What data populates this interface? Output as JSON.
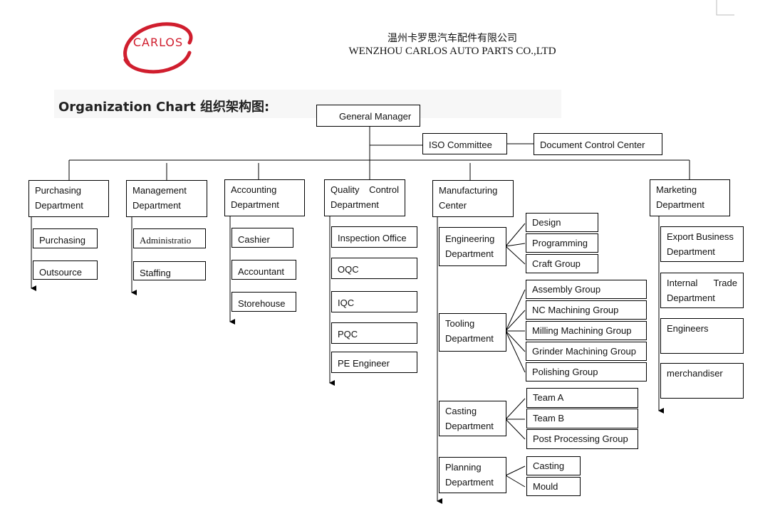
{
  "brand": {
    "logo_text": "CARLOS",
    "company_name_cn": "温州卡罗思汽车配件有限公司",
    "company_name_en": "WENZHOU CARLOS AUTO PARTS CO.,LTD",
    "logo_color": "#d01e2e"
  },
  "title": "Organization Chart 组织架构图:",
  "chart": {
    "top": {
      "general_manager": "General Manager",
      "iso_committee": "ISO Committee",
      "document_control_center": "Document Control Center"
    },
    "departments": [
      {
        "label": "Purchasing\nDepartment",
        "children": [
          "Purchasing",
          "Outsource"
        ]
      },
      {
        "label": "Management\nDepartment",
        "children": [
          "Administratio",
          "Staffing"
        ]
      },
      {
        "label": "Accounting\nDepartment",
        "children": [
          "Cashier",
          "Accountant",
          "Storehouse"
        ]
      },
      {
        "label": "Quality Control\nDepartment",
        "children": [
          "Inspection Office",
          "OQC",
          "IQC",
          "PQC",
          "PE Engineer"
        ]
      },
      {
        "label": "Manufacturing\nCenter",
        "subdepartments": [
          {
            "label": "Engineering\nDepartment",
            "groups": [
              "Design",
              "Programming",
              "Craft Group"
            ]
          },
          {
            "label": "Tooling\nDepartment",
            "groups": [
              "Assembly Group",
              "NC Machining Group",
              "Milling Machining Group",
              "Grinder Machining Group",
              "Polishing Group"
            ]
          },
          {
            "label": "Casting\nDepartment",
            "groups": [
              "Team A",
              "Team B",
              "Post Processing Group"
            ]
          },
          {
            "label": "Planning\nDepartment",
            "groups": [
              "Casting",
              "Mould"
            ]
          }
        ]
      },
      {
        "label": "Marketing\nDepartment",
        "children": [
          "Export Business\nDepartment",
          "Internal Trade\nDepartment",
          "Engineers",
          "merchandiser"
        ]
      }
    ]
  }
}
